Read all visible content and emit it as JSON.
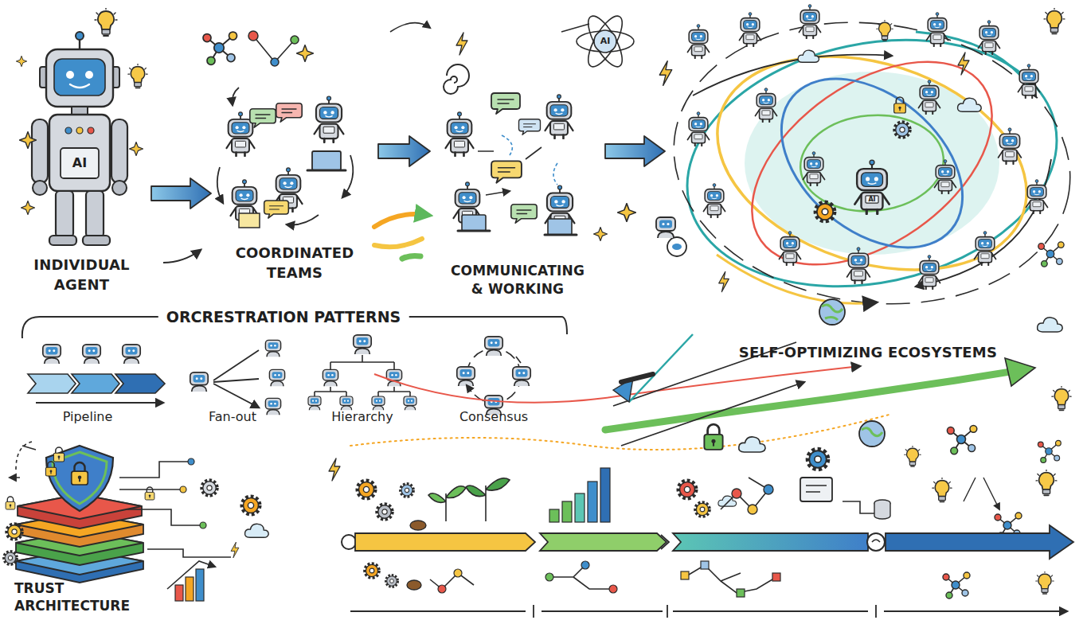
{
  "diagram": {
    "nodes": [
      {
        "text": [
          "INDIVIDUAL AGENT"
        ]
      },
      {
        "text": [
          "COORDINATED TEAMS"
        ]
      },
      {
        "text": [
          "COMMUNICATING & WORKING"
        ]
      },
      {
        "text": [
          "SELF-OPTIMIZING ECOSYSTEMS"
        ]
      }
    ],
    "edges": [
      {
        "from": 0,
        "to": 1,
        "arrow": "to"
      },
      {
        "from": 1,
        "to": 2,
        "arrow": "to"
      },
      {
        "from": 2,
        "to": 3,
        "arrow": "to"
      }
    ],
    "labels": [
      "AI",
      "AI",
      "AI",
      "ORCRESTRATION PATTERNS",
      "Pipeline",
      "Fan-out",
      "Hierarchy",
      "Consensus",
      "TRUST ARCHITECTURE"
    ]
  }
}
